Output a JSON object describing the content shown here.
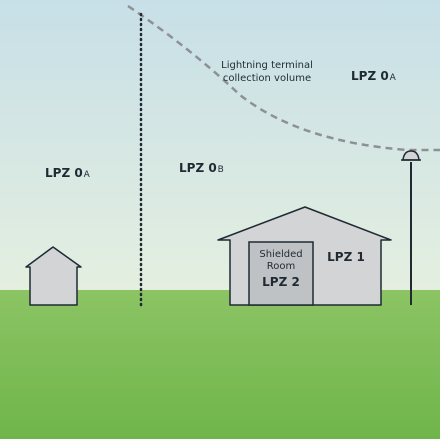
{
  "labels": {
    "lpz0a_left_main": "LPZ 0",
    "lpz0a_left_sub": "A",
    "lpz0b_main": "LPZ 0",
    "lpz0b_sub": "B",
    "lpz0a_right_main": "LPZ 0",
    "lpz0a_right_sub": "A",
    "collection_line1": "Lightning terminal",
    "collection_line2": "collection volume",
    "lpz1": "LPZ 1",
    "shielded_line1": "Shielded",
    "shielded_line2": "Room",
    "lpz2": "LPZ 2"
  },
  "colors": {
    "sky_top": "#c7dfe7",
    "sky_bottom": "#e4efe0",
    "ground_top": "#8cc464",
    "ground_bottom": "#6fb54a",
    "building_fill": "#d2d4d6",
    "room_fill": "#bfc2c5",
    "outline": "#1f2a33",
    "dashed_curve": "#8d9196"
  }
}
